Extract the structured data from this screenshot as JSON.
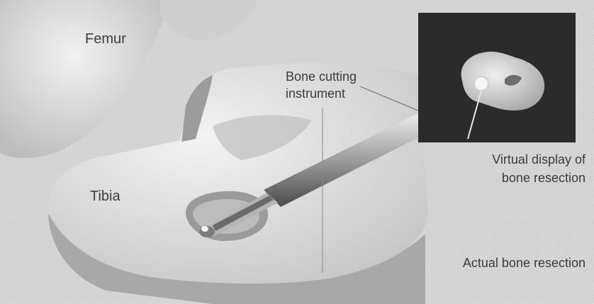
{
  "labels": {
    "femur": "Femur",
    "tibia": "Tibia",
    "instrument_line1": "Bone cutting",
    "instrument_line2": "instrument",
    "virtual_line1": "Virtual display of",
    "virtual_line2": "bone resection",
    "actual": "Actual bone resection"
  },
  "colors": {
    "background": "#d4d4d4",
    "bone_light": "#ebebeb",
    "bone_shadow": "#8e8e8e",
    "monitor": "#2b2b2b",
    "text": "#3c3c3c"
  }
}
